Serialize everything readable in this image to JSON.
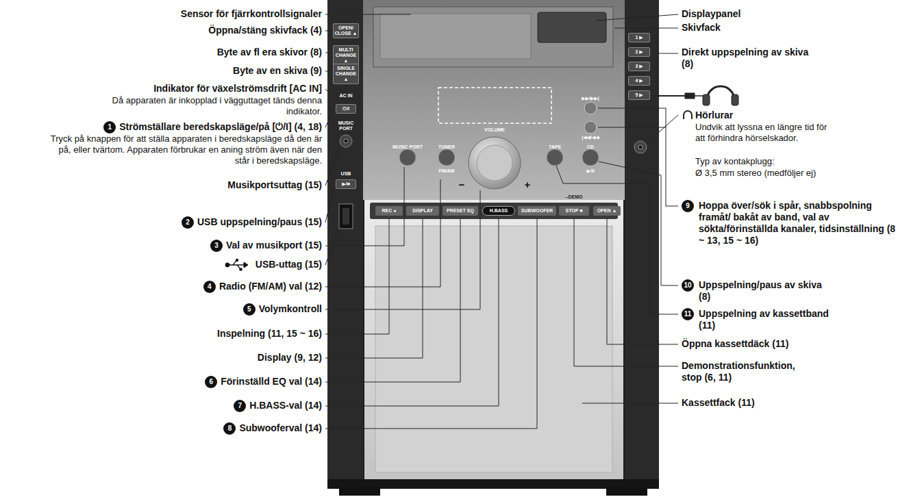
{
  "diagram": {
    "labels": [
      "Sensor för fjärrkontrollsignaler",
      "Öppna/stäng skivfack (4)",
      "Byte av fl era skivor (8)",
      "Byte av en skiva (9)",
      "Indikator för växelströmsdrift [AC IN]",
      "Då apparaten är inkopplad i vägguttaget tänds denna indikator.",
      "1",
      "Strömställare beredskapsläge/på [⏻/I] (4, 18)",
      "Tryck på knappen för att ställa apparaten i beredskapsläge då den är på, eller tvärtom. Apparaten förbrukar en aning ström även när den står i beredskapsläge.",
      "Musikportsuttag (15)",
      "2",
      "USB uppspelning/paus (15)",
      "3",
      "Val av musikport (15)",
      "USB-uttag (15)",
      "4",
      "Radio (FM/AM) val (12)",
      "5",
      "Volymkontroll",
      "Inspelning (11, 15 ~ 16)",
      "Display (9, 12)",
      "6",
      "Förinställd EQ val (14)",
      "7",
      "H.BASS-val (14)",
      "8",
      "Subwooferval (14)",
      "Displaypanel",
      "Skivfack",
      "Direkt uppspelning av skiva (8)",
      "Hörlurar",
      "Undvik att lyssna en längre tid för att förhindra hörselskador.",
      "Typ av kontakplugg:",
      "Ø 3,5 mm stereo (medföljer ej)",
      "9",
      "Hoppa över/sök i spår, snabbspolning framåt/ bakåt av band, val av sökta/förinställda kanaler, tidsinställning (8 ~ 13, 15 ~ 16)",
      "10",
      "Uppspelning/paus av skiva (8)",
      "11",
      "Uppspelning av kassettband (11)",
      "Öppna kassettdäck (11)",
      "Demonstrationsfunktion, stop (6, 11)",
      "Kassettfack (11)",
      "OPEN/ CLOSE ▲",
      "MULTI CHANGE ▲",
      "SINGLE CHANGE ▲",
      "AC IN",
      "⏻/I",
      "MUSIC PORT",
      "USB",
      "▶/■",
      "MUSIC PORT",
      "TUNER",
      "FM/AM",
      "VOLUME",
      "TAPE",
      "CD",
      "▶/II",
      "−",
      "+",
      "REC ●",
      "DISPLAY",
      "PRESET EQ",
      "H.BASS",
      "SUBWOOFER",
      "STOP ■",
      "OPEN ▲",
      "–DEMO",
      "1 ▶",
      "2 ▶",
      "3 ▶",
      "4 ▶",
      "5 ▶",
      "▶▶/▶▶|",
      "|◀◀/◀◀"
    ]
  }
}
